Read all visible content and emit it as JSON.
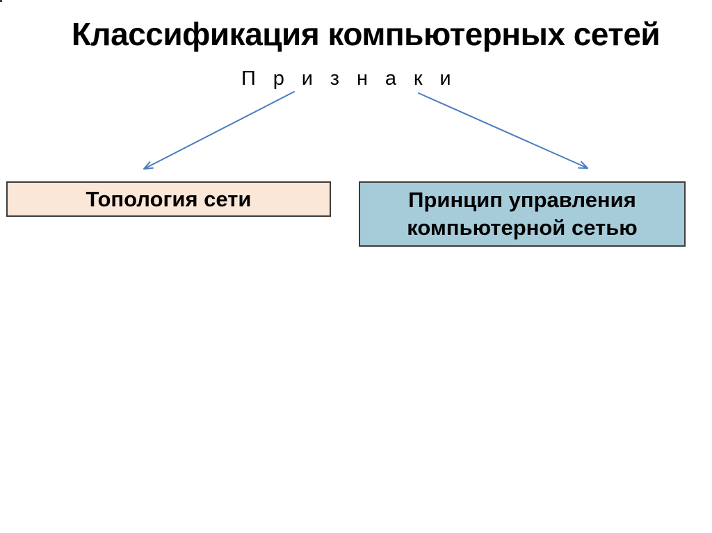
{
  "slide": {
    "title": "Классификация компьютерных сетей",
    "subtitle": "П р и з н а к и",
    "arrow_color": "#4A7CC0",
    "branches": [
      {
        "label": "Топология сети",
        "fill": "#FBE7D8",
        "border_color": "#3C3C3C"
      },
      {
        "label": "Принцип управления компьютерной сетью",
        "fill": "#A6CBD9",
        "border_color": "#3C3C3C"
      }
    ]
  }
}
